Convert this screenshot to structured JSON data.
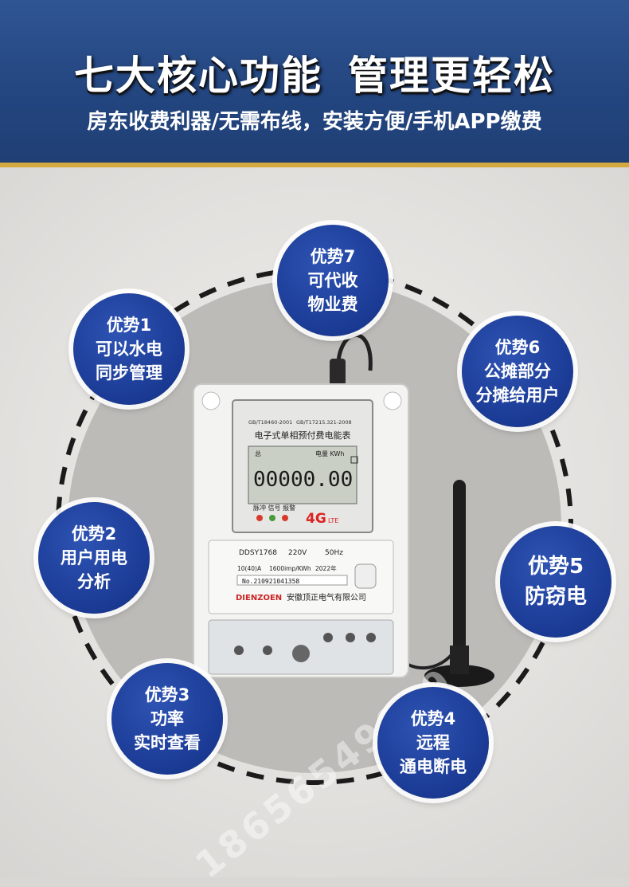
{
  "header": {
    "title_left": "七大核心功能",
    "title_right": "管理更轻松",
    "subtitle": "房东收费利器/无需布线，安装方便/手机APP缴费"
  },
  "meter": {
    "standard_left": "GB/T18460-2001",
    "standard_right": "GB/T17215.321-2008",
    "name": "电子式单相预付费电能表",
    "total_label": "总",
    "energy_label": "电量 KWh",
    "reading": "00000.00",
    "indicators": "脉冲 信号 报警",
    "network": "4G",
    "network_sub": "LTE",
    "model": "DDSY1768",
    "voltage": "220V",
    "frequency": "50Hz",
    "current": "10(40)A",
    "constant": "1600imp/KWh",
    "year": "2022年",
    "serial": "No.210921041358",
    "brand": "DIENZOEN",
    "company": "安徽顶正电气有限公司"
  },
  "badges": [
    {
      "lines": [
        "优势7",
        "可代收",
        "物业费"
      ]
    },
    {
      "lines": [
        "优势1",
        "可以水电",
        "同步管理"
      ]
    },
    {
      "lines": [
        "优势6",
        "公摊部分",
        "分摊给用户"
      ]
    },
    {
      "lines": [
        "优势2",
        "用户用电",
        "分析"
      ]
    },
    {
      "lines": [
        "优势5",
        "防窃电"
      ]
    },
    {
      "lines": [
        "优势3",
        "功率",
        "实时查看"
      ]
    },
    {
      "lines": [
        "优势4",
        "远程",
        "通电断电"
      ]
    }
  ],
  "watermark": "18656549999",
  "colors": {
    "header_blue": "#2a4f8c",
    "gold_line": "#d4a93f",
    "badge_blue": "#1a3a94"
  }
}
